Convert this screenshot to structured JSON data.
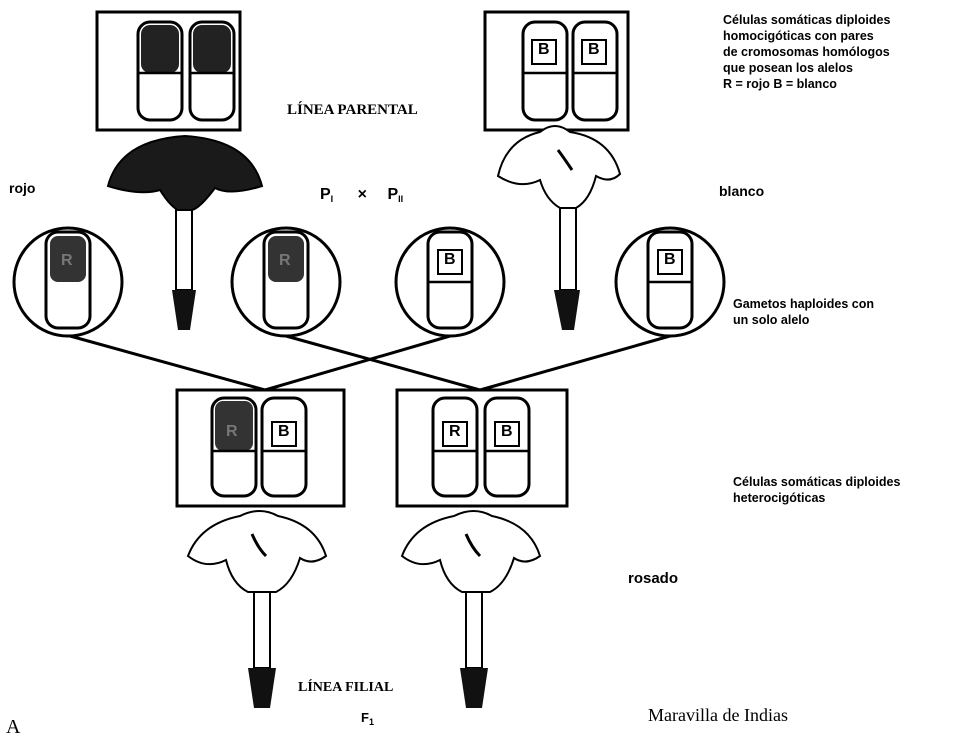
{
  "labels": {
    "parental_line": "LÍNEA PARENTAL",
    "red": "rojo",
    "white": "blanco",
    "cross": {
      "p1": "P",
      "p1_sub": "I",
      "times": "×",
      "p2": "P",
      "p2_sub": "II"
    },
    "pink": "rosado",
    "filial_line": "LÍNEA FILIAL",
    "f1": "F",
    "f1_sub": "1",
    "species": "Maravilla de Indias",
    "cut_text": "A"
  },
  "notes": {
    "somatic_homozygous": [
      "Células somáticas diploides",
      "homocigóticas con pares",
      "de cromosomas homólogos",
      "que posean los alelos",
      "R = rojo  B = blanco"
    ],
    "gametes": [
      "Gametos haploides con",
      "un solo alelo"
    ],
    "somatic_heterozygous": [
      "Células somáticas diploides",
      "heterocigóticas"
    ]
  },
  "alleles": {
    "white_parent": [
      "B",
      "B"
    ],
    "gamete_red_1": "R",
    "gamete_red_2": "R",
    "gamete_white_1": "B",
    "gamete_white_2": "B",
    "offspring_left": [
      "R",
      "B"
    ],
    "offspring_right": [
      "R",
      "B"
    ]
  }
}
